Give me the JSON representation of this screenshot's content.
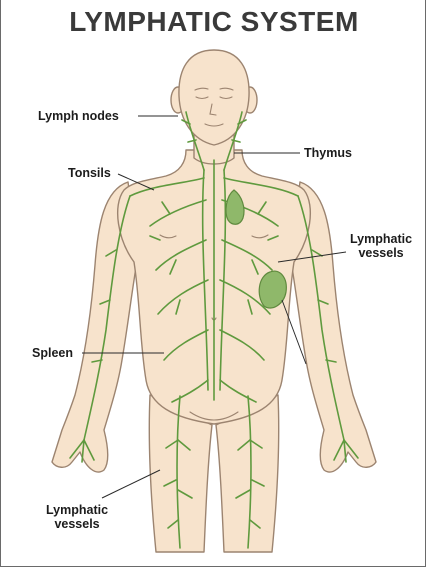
{
  "title": "LYMPHATIC SYSTEM",
  "labels": {
    "lymph_nodes": "Lymph nodes",
    "thymus": "Thymus",
    "tonsils": "Tonsils",
    "lymphatic_vessels_right_line1": "Lymphatic",
    "lymphatic_vessels_right_line2": "vessels",
    "spleen": "Spleen",
    "lymphatic_vessels_left_line1": "Lymphatic",
    "lymphatic_vessels_left_line2": "vessels"
  },
  "colors": {
    "skin": "#f7e3cc",
    "skin_outline": "#9c8470",
    "vessel": "#5f9a3e",
    "organ": "#8fb86a",
    "title": "#3a3a3a",
    "leader_line": "#2a2a2a"
  }
}
